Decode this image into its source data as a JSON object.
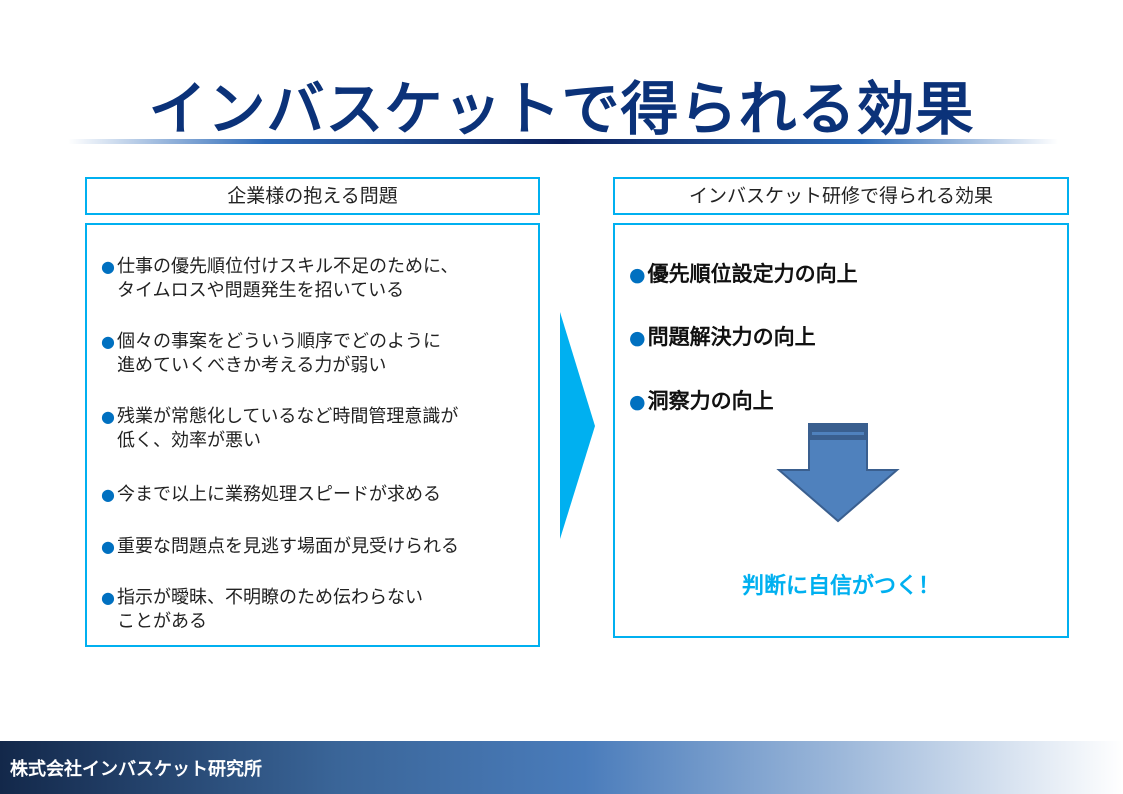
{
  "title": "インバスケットで得られる効果",
  "left": {
    "header": "企業様の抱える問題",
    "bullet": "●",
    "items": [
      "仕事の優先順位付けスキル不足のために、\nタイムロスや問題発生を招いている",
      "個々の事案をどういう順序でどのように\n進めていくべきか考える力が弱い",
      "残業が常態化しているなど時間管理意識が\n低く、効率が悪い",
      "今まで以上に業務処理スピードが求める",
      "重要な問題点を見逃す場面が見受けられる",
      "指示が曖昧、不明瞭のため伝わらない\nことがある"
    ]
  },
  "right": {
    "header": "インバスケット研修で得られる効果",
    "bullet": "●",
    "items": [
      "優先順位設定力の向上",
      "問題解決力の向上",
      "洞察力の向上"
    ],
    "conclusion": "判断に自信がつく！"
  },
  "footer": {
    "company": "株式会社インバスケット研究所"
  },
  "colors": {
    "title": "#0b3279",
    "border": "#00b0f0",
    "bullet": "#0070c0",
    "arrow": "#4f81bd"
  }
}
